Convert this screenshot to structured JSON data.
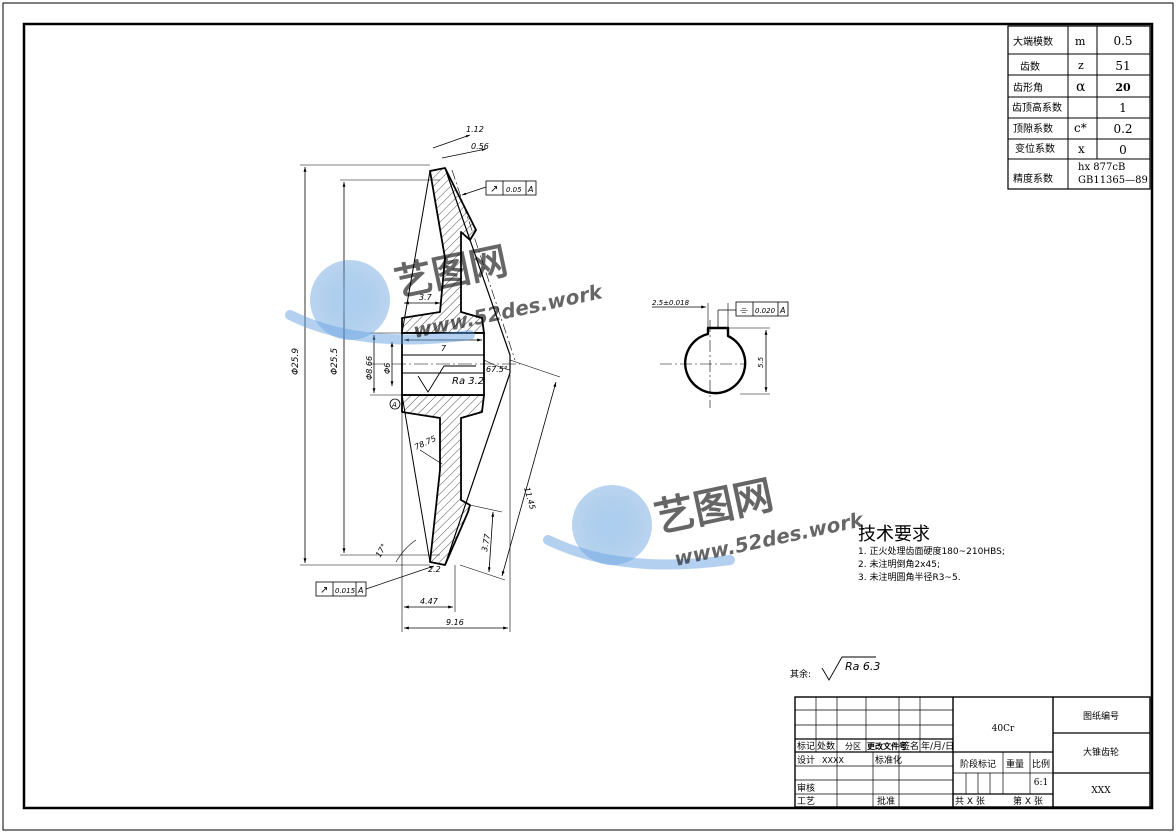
{
  "gear_params": [
    {
      "name": "大端模数",
      "symbol": "m",
      "value": "0.5"
    },
    {
      "name": "齿数",
      "symbol": "z",
      "value": "51"
    },
    {
      "name": "齿形角",
      "symbol": "α",
      "value": "20"
    },
    {
      "name": "齿顶高系数",
      "symbol": "",
      "value": "1"
    },
    {
      "name": "顶隙系数",
      "symbol": "c*",
      "value": "0.2"
    },
    {
      "name": "变位系数",
      "symbol": "x",
      "value": "0"
    }
  ],
  "accuracy": {
    "name": "精度系数",
    "line1": "hx 877cB",
    "line2": "GB11365—89"
  },
  "dimensions": {
    "d_outer": "Φ25.9",
    "d_pitch": "Φ25.5",
    "d_bore_a": "Φ8.66",
    "d_bore_b": "Φ6",
    "w_total": "7",
    "w_hub": "3.7",
    "top_a": "1.12",
    "top_b": "0.56",
    "angle_a": "67.5°",
    "angle_b": "17°",
    "len_a": "11.45",
    "len_b": "3.77",
    "rad": "78.75",
    "w_small": "2.2",
    "w_4": "4.47",
    "w_9": "9.16",
    "key_w": "2.5±0.018",
    "key_h": "5.5",
    "roughness": "Ra 3.2",
    "roughness_rest_label": "其余:",
    "roughness_rest": "Ra 6.3"
  },
  "tolerances": [
    {
      "id": "tol_top",
      "symbol": "↗",
      "value": "0.05",
      "datum": "A"
    },
    {
      "id": "tol_bottom",
      "symbol": "↗",
      "value": "0.015",
      "datum": "A"
    },
    {
      "id": "tol_key",
      "symbol": "⌯",
      "value": "0.020",
      "datum": "A"
    }
  ],
  "datum_mark": "A",
  "tech_req": {
    "title": "技术要求",
    "items": [
      "1. 正火处理齿面硬度180~210HBS;",
      "2. 未注明倒角2x45;",
      "3. 未注明圆角半径R3~5."
    ]
  },
  "watermark": {
    "brand": "艺图网",
    "url": "www.52des.work"
  },
  "title_block": {
    "headers": [
      "标记",
      "处数",
      "分区",
      "更改文件号",
      "签名",
      "年/月/日"
    ],
    "design": "设计",
    "design_name": "XXXX",
    "standard": "标准化",
    "review": "审核",
    "process": "工艺",
    "approve": "批准",
    "material": "40Cr",
    "stage": "阶段标记",
    "weight": "重量",
    "scale_label": "比例",
    "scale": "6:1",
    "sheets_total": "共 X 张",
    "sheet_no": "第 X 张",
    "drawing_no_label": "图纸编号",
    "part_name": "大锥齿轮",
    "company": "XXX"
  }
}
